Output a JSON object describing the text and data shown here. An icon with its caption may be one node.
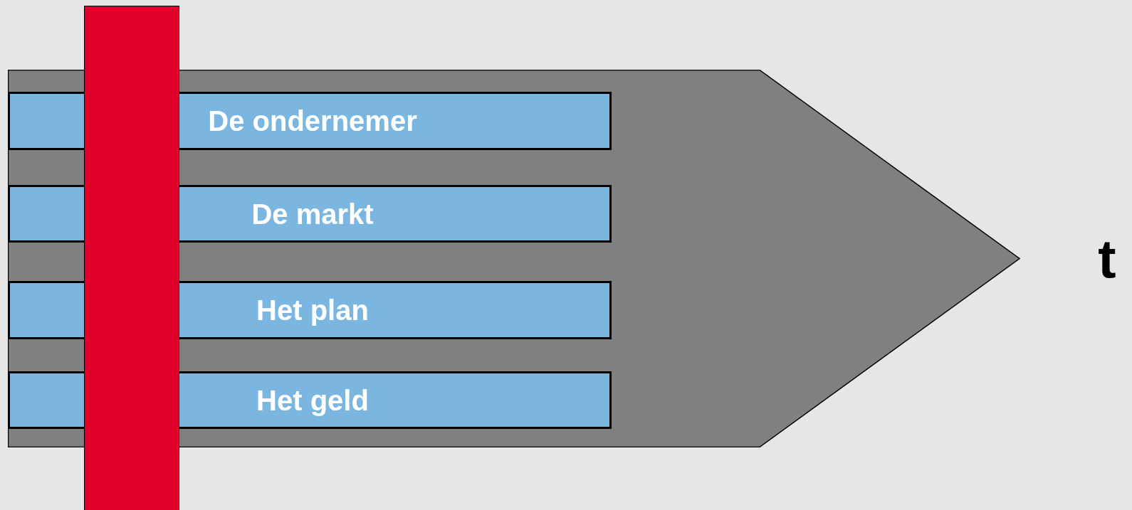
{
  "diagram": {
    "nodes": [
      {
        "text": [],
        "shape": "arrow"
      },
      {
        "text": [
          "De ondernemer"
        ],
        "in": 0
      },
      {
        "text": [
          "De markt"
        ],
        "in": 0
      },
      {
        "text": [
          "Het plan"
        ],
        "in": 0
      },
      {
        "text": [
          "Het geld"
        ],
        "in": 0
      },
      {
        "text": [],
        "shape": "bar"
      }
    ],
    "edges": [],
    "labels": [
      "t"
    ]
  }
}
